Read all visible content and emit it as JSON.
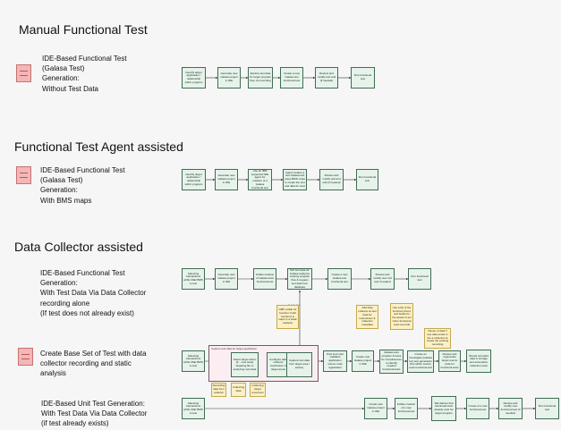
{
  "sections": [
    {
      "title": "Manual Functional Test"
    },
    {
      "title": "Functional Test Agent assisted"
    },
    {
      "title": "Data Collector assisted"
    }
  ],
  "labels": {
    "manual": "IDE-Based Functional Test\n(Galasa Test)\nGeneration:\nWithout Test Data",
    "agent": "IDE-Based Functional Test\n(Galasa Test)\nGeneration:\nWith BMS maps",
    "dc_recording": "IDE-Based Functional Test\nGeneration:\nWith Test Data Via Data Collector\nrecording alone\n(If test does not already exist)",
    "dc_base": "Create Base Set of Test with data\ncollector recording and static\nanalysis",
    "dc_unit": "IDE-Based Unit Test Generation:\nWith Test Data Via Data Collector\n(if test already exists)"
  },
  "flows": {
    "manual": [
      "Identify target application / relationship within program",
      "Generate new Galasa project in IDE",
      "Explore test data for target program flow, do recording",
      "Create a new Galasa test functional test",
      "Review and modify test and (if needed)",
      "Run functional test"
    ],
    "agent": [
      "Identify target application / relationship within program",
      "Generate new Galasa project in IDE",
      "Use an IBM supported IDE agent for creation of a Galasa functional test",
      "Agent creates a new Galasa test (uses BMS maps to create the test and data for test)",
      "Review and modify test and edit (if needed)",
      "Run functional test"
    ],
    "dc_row1": [
      "Selecting transactions within IDE/ BMS to test",
      "Generate new Galasa project in IDE",
      "Initiate creation of Galasa tests functional test",
      "TaZ test data dir. Galasa analyzes existing program flow & request test data from database",
      "Create a new Galasa test functional test",
      "Review and modify new unit test if needed",
      "Run functional test"
    ],
    "dc_row2": [
      "Selecting transactions within IDE/ BMS to test",
      "Select target action (if... new tests) targeting file or analyzing new data",
      "Configure data collector mechanism in target areas",
      "Capture test data from target area / activity",
      "Post test input validates application source code registration",
      "Create new Galasa project in IDE",
      "Galasa tests program & issue for completeness to identify needed functional tests",
      "Create an Investigate (Galasa run) test generation flow within source code functional test",
      "Review and regenerate target source code for functional tests",
      "Stored recorded data is storage test automation collection tests"
    ],
    "dc_row3": [
      "Selecting transactions within IDE/ BMS to test",
      "Create new Galasa project in IDE",
      "Initiate creation of a new functional test",
      "TaZ defines that functional tests already exist for target program",
      "Create of a new functional test",
      "Review and modify new functional test (if needed)",
      "Run functional test"
    ]
  },
  "group": {
    "title": "Capture test data for target application"
  },
  "notes": {
    "omp_profile": "OMP profile for function: build functions & maps in a static analysis",
    "tazi": "Add data collector at test data for instructions & collection metadata",
    "functions_list": "Use a list of the functions that a test builds for the assets & set when functional tests are built",
    "reuse": "Reuse of data if test data exists in the a collection & create the existing recording",
    "small1": "Recording data from collector",
    "small2": "Collecting data",
    "small3": "Collecting target resources"
  }
}
